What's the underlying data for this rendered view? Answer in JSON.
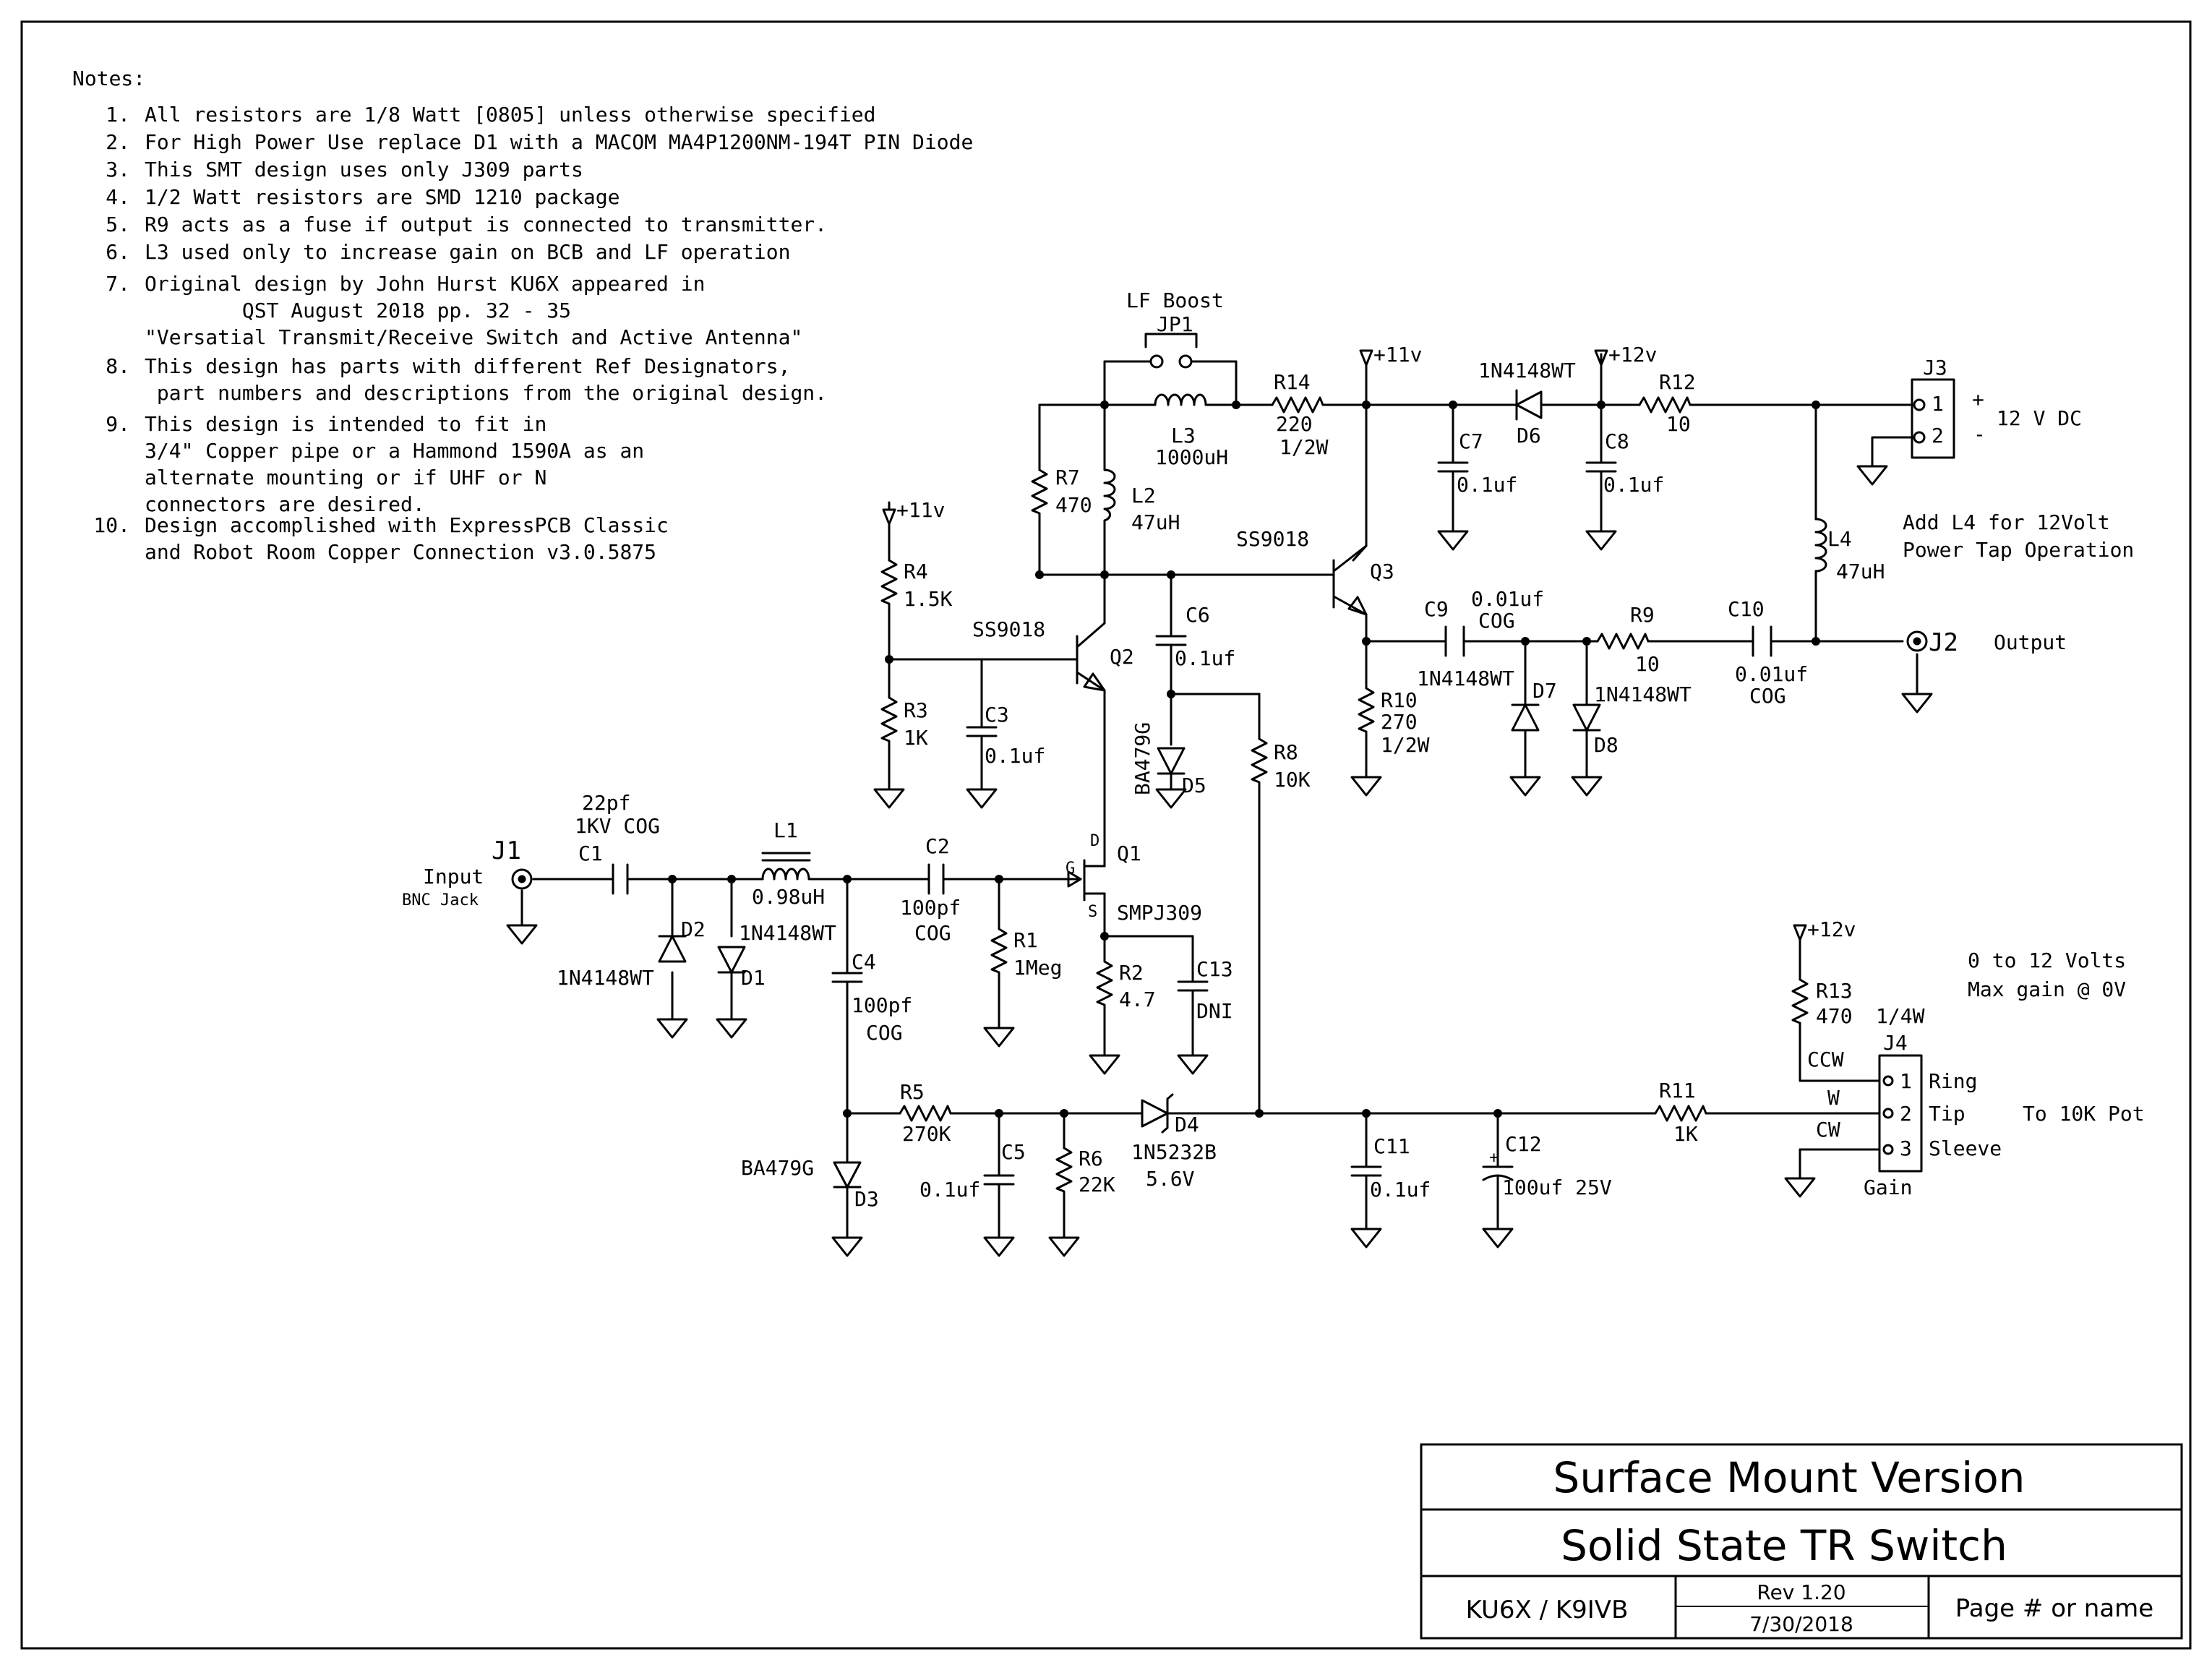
{
  "notes": {
    "title": "Notes:",
    "items": [
      {
        "num": "1.",
        "lines": [
          "All resistors are 1/8 Watt [0805] unless otherwise specified"
        ]
      },
      {
        "num": "2.",
        "lines": [
          "For High Power Use replace D1 with a MACOM MA4P1200NM-194T PIN Diode"
        ]
      },
      {
        "num": "3.",
        "lines": [
          "This SMT design uses only J309 parts"
        ]
      },
      {
        "num": "4.",
        "lines": [
          "1/2 Watt resistors are SMD 1210 package"
        ]
      },
      {
        "num": "5.",
        "lines": [
          "R9 acts as a fuse if output is connected to transmitter."
        ]
      },
      {
        "num": "6.",
        "lines": [
          "L3 used only to increase gain on BCB and LF operation"
        ]
      },
      {
        "num": "7.",
        "lines": [
          "Original design by John Hurst KU6X appeared in",
          "        QST August 2018 pp. 32 - 35",
          "\"Versatial Transmit/Receive Switch and Active Antenna\""
        ]
      },
      {
        "num": "8.",
        "lines": [
          "This design has parts with different Ref Designators,",
          " part numbers and descriptions from the original design."
        ]
      },
      {
        "num": "9.",
        "lines": [
          "This design is intended to fit in",
          "3/4\" Copper pipe or a Hammond 1590A as an",
          "alternate mounting or if UHF or N",
          "connectors are desired."
        ]
      },
      {
        "num": "10.",
        "lines": [
          "Design accomplished with ExpressPCB Classic",
          "and Robot Room Copper Connection v3.0.5875"
        ]
      }
    ]
  },
  "labels": {
    "j1": "J1",
    "input": "Input",
    "bnc": "BNC Jack",
    "c1": "C1",
    "c1v1": "22pf",
    "c1v2": "1KV COG",
    "d2": "D2",
    "d2v": "1N4148WT",
    "d1": "D1",
    "d1v": "1N4148WT",
    "l1": "L1",
    "l1v": "0.98uH",
    "c2": "C2",
    "c2v1": "100pf",
    "c2v2": "COG",
    "c4": "C4",
    "c4v1": "100pf",
    "c4v2": "COG",
    "r1": "R1",
    "r1v": "1Meg",
    "q1": "Q1",
    "q1v": "SMPJ309",
    "q1d": "D",
    "q1g": "G",
    "q1s": "S",
    "r2": "R2",
    "r2v": "4.7",
    "c13": "C13",
    "c13v": "DNI",
    "r4": "R4",
    "r4v": "1.5K",
    "r3": "R3",
    "r3v": "1K",
    "c3": "C3",
    "c3v": "0.1uf",
    "pwr11": "+11v",
    "pwr12": "+12v",
    "q2": "Q2",
    "q2v": "SS9018",
    "q3": "Q3",
    "q3v": "SS9018",
    "c6": "C6",
    "c6v": "0.1uf",
    "d5": "D5",
    "d5v": "BA479G",
    "r8": "R8",
    "r8v": "10K",
    "r7": "R7",
    "r7v": "470",
    "l2": "L2",
    "l2v": "47uH",
    "lfboost": "LF Boost",
    "jp1": "JP1",
    "l3": "L3",
    "l3v": "1000uH",
    "r14": "R14",
    "r14v1": "220",
    "r14v2": "1/2W",
    "d6": "D6",
    "d6v": "1N4148WT",
    "c7": "C7",
    "c7v": "0.1uf",
    "c8": "C8",
    "c8v": "0.1uf",
    "r12": "R12",
    "r12v": "10",
    "j3": "J3",
    "j3p1": "1",
    "j3p2": "2",
    "plus": "+",
    "minus": "-",
    "dc": "12 V DC",
    "l4": "L4",
    "l4v": "47uH",
    "l4note1": "Add L4 for 12Volt",
    "l4note2": "Power Tap Operation",
    "c9": "C9",
    "c9v1": "0.01uf",
    "c9v2": "COG",
    "r9": "R9",
    "r9v": "10",
    "c10": "C10",
    "c10v1": "0.01uf",
    "c10v2": "COG",
    "j2": "J2",
    "output": "Output",
    "r10": "R10",
    "r10v1": "270",
    "r10v2": "1/2W",
    "d7": "D7",
    "d7v": "1N4148WT",
    "d8": "D8",
    "d8v": "1N4148WT",
    "r5": "R5",
    "r5v": "270K",
    "c5": "C5",
    "c5v": "0.1uf",
    "r6": "R6",
    "r6v": "22K",
    "d4": "D4",
    "d4v1": "1N5232B",
    "d4v2": "5.6V",
    "d3": "D3",
    "d3v": "BA479G",
    "c11": "C11",
    "c11v": "0.1uf",
    "c12": "C12",
    "c12v": "100uf 25V",
    "c12plus": "+",
    "r11": "R11",
    "r11v": "1K",
    "r13": "R13",
    "r13v1": "470",
    "r13v2": "1/4W",
    "j4": "J4",
    "ccw": "CCW",
    "wiper": "W",
    "cw": "CW",
    "p1": "1",
    "p2": "2",
    "p3": "3",
    "ring": "Ring",
    "tip": "Tip",
    "sleeve": "Sleeve",
    "gain": "Gain",
    "pot": "To 10K Pot",
    "volts1": "0 to 12 Volts",
    "volts2": "Max gain @ 0V"
  },
  "title_block": {
    "line1": "Surface Mount Version",
    "line2": "Solid State TR Switch",
    "authors": "KU6X / K9IVB",
    "rev": "Rev 1.20",
    "date": "7/30/2018",
    "page": "Page # or name"
  }
}
